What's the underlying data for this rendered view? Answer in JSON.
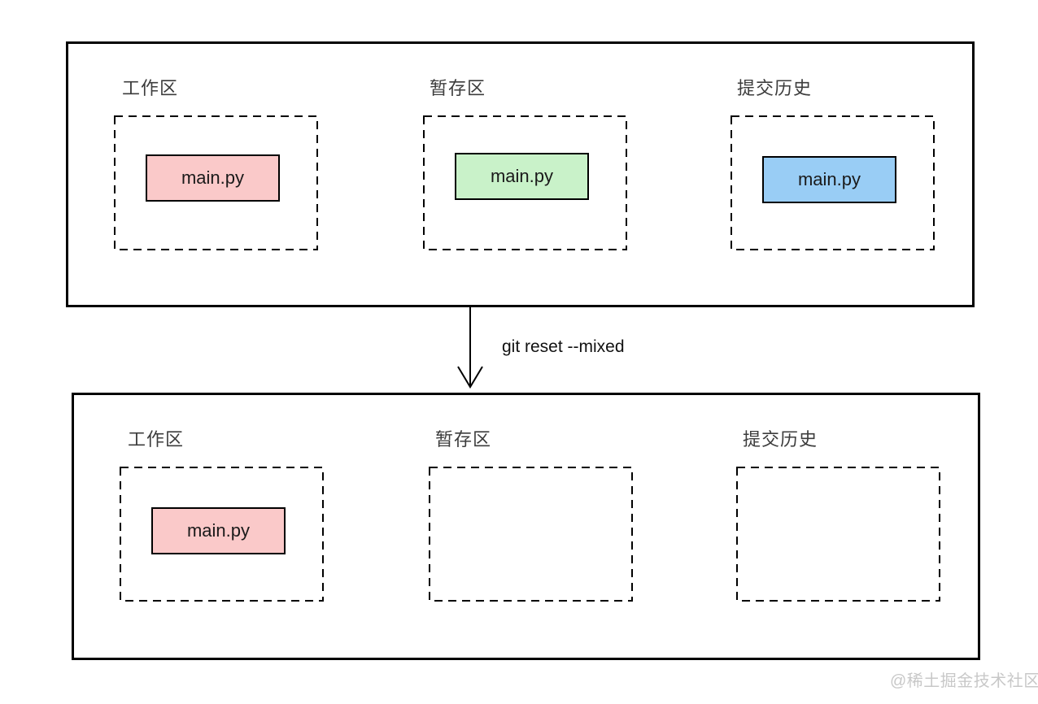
{
  "diagram": {
    "arrow_label": "git reset --mixed",
    "panels": {
      "before": {
        "areas": [
          {
            "label": "工作区",
            "file": "main.py"
          },
          {
            "label": "暂存区",
            "file": "main.py"
          },
          {
            "label": "提交历史",
            "file": "main.py"
          }
        ]
      },
      "after": {
        "areas": [
          {
            "label": "工作区",
            "file": "main.py"
          },
          {
            "label": "暂存区",
            "file": ""
          },
          {
            "label": "提交历史",
            "file": ""
          }
        ]
      }
    },
    "colors": {
      "working_file": "#fac9c9",
      "staged_file": "#c9f2c9",
      "committed_file": "#99cdf5",
      "stroke": "#000000",
      "label_text": "#3c3c3c",
      "watermark_text": "#c8c8c8"
    },
    "watermark": "@稀土掘金技术社区"
  }
}
